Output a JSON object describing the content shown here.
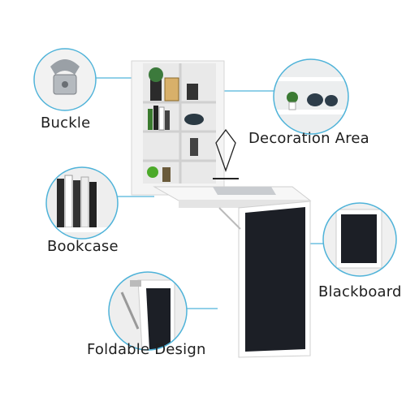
{
  "callouts": {
    "buckle": "Buckle",
    "decoration_area": "Decoration Area",
    "bookcase": "Bookcase",
    "blackboard": "Blackboard",
    "foldable_design": "Foldable Design"
  },
  "colors": {
    "accent": "#4fb3d9",
    "furniture": "#f4f4f4",
    "blackboard": "#1c1f26",
    "label_text": "#1e1e1e"
  }
}
